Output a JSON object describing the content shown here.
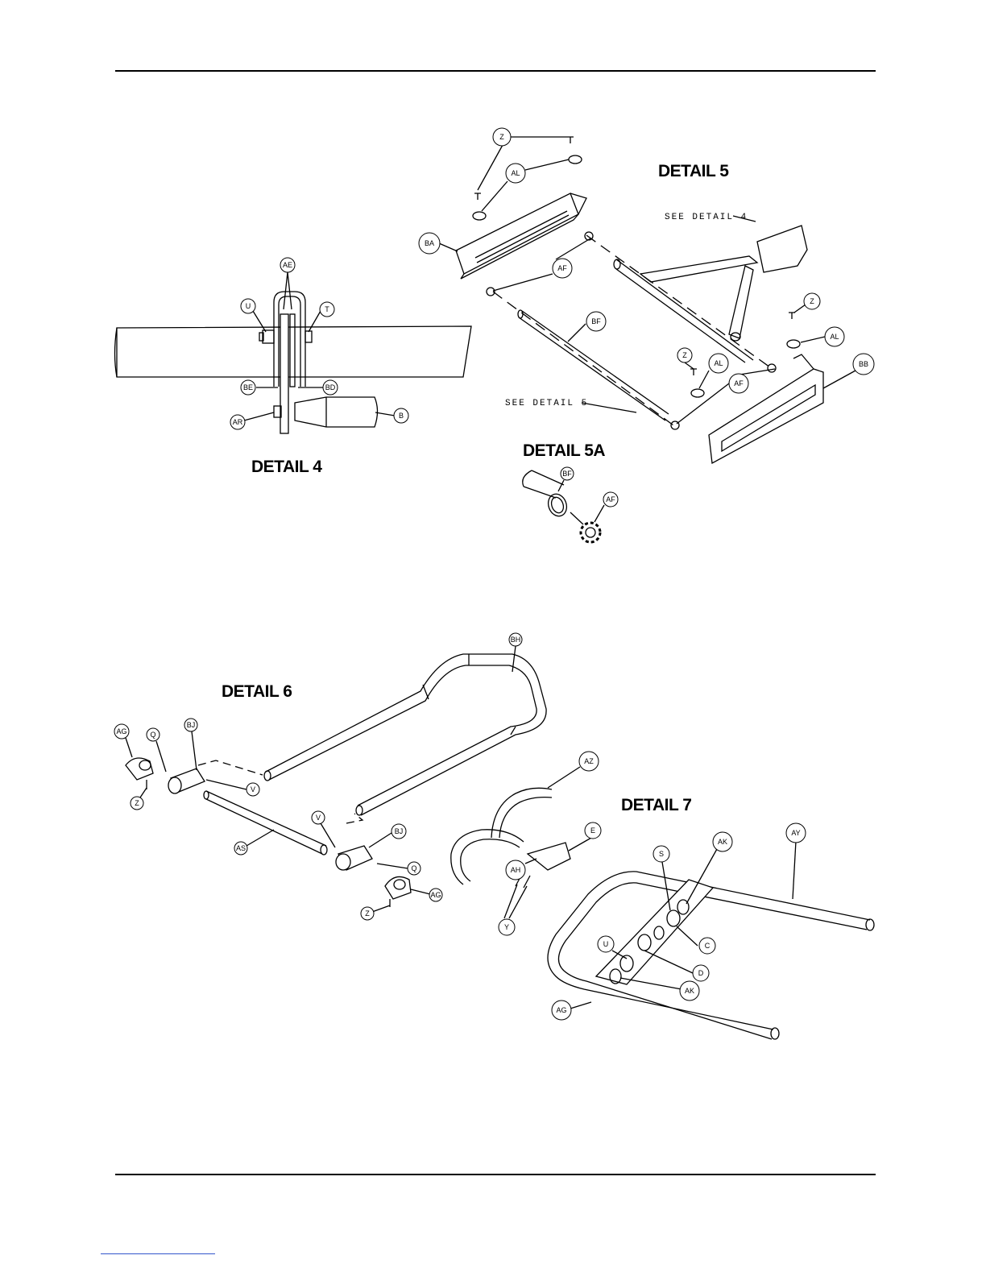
{
  "details": {
    "d4": "DETAIL 4",
    "d5": "DETAIL 5",
    "d5a": "DETAIL 5A",
    "d6": "DETAIL 6",
    "d7": "DETAIL 7"
  },
  "notes": {
    "see4": "SEE DETAIL 4",
    "see5": "SEE DETAIL 5"
  },
  "callouts": {
    "d4": {
      "ae": "AE",
      "u": "U",
      "t": "T",
      "be": "BE",
      "bd": "BD",
      "ar": "AR",
      "b": "B"
    },
    "d5": {
      "z1": "Z",
      "al1": "AL",
      "ba": "BA",
      "af1": "AF",
      "bf": "BF",
      "z2": "Z",
      "al2": "AL",
      "z3": "Z",
      "al3": "AL",
      "af2": "AF",
      "bb": "BB"
    },
    "d5a": {
      "bf": "BF",
      "af": "AF"
    },
    "d6": {
      "bh": "BH",
      "ag1": "AG",
      "q1": "Q",
      "bj1": "BJ",
      "v1": "V",
      "z1": "Z",
      "as": "AS",
      "v2": "V",
      "bj2": "BJ",
      "q2": "Q",
      "ag2": "AG",
      "z2": "Z"
    },
    "d7": {
      "az": "AZ",
      "e": "E",
      "ah": "AH",
      "y": "Y",
      "s": "S",
      "ak1": "AK",
      "ay": "AY",
      "c": "C",
      "u": "U",
      "d": "D",
      "ak2": "AK",
      "ag": "AG"
    }
  }
}
